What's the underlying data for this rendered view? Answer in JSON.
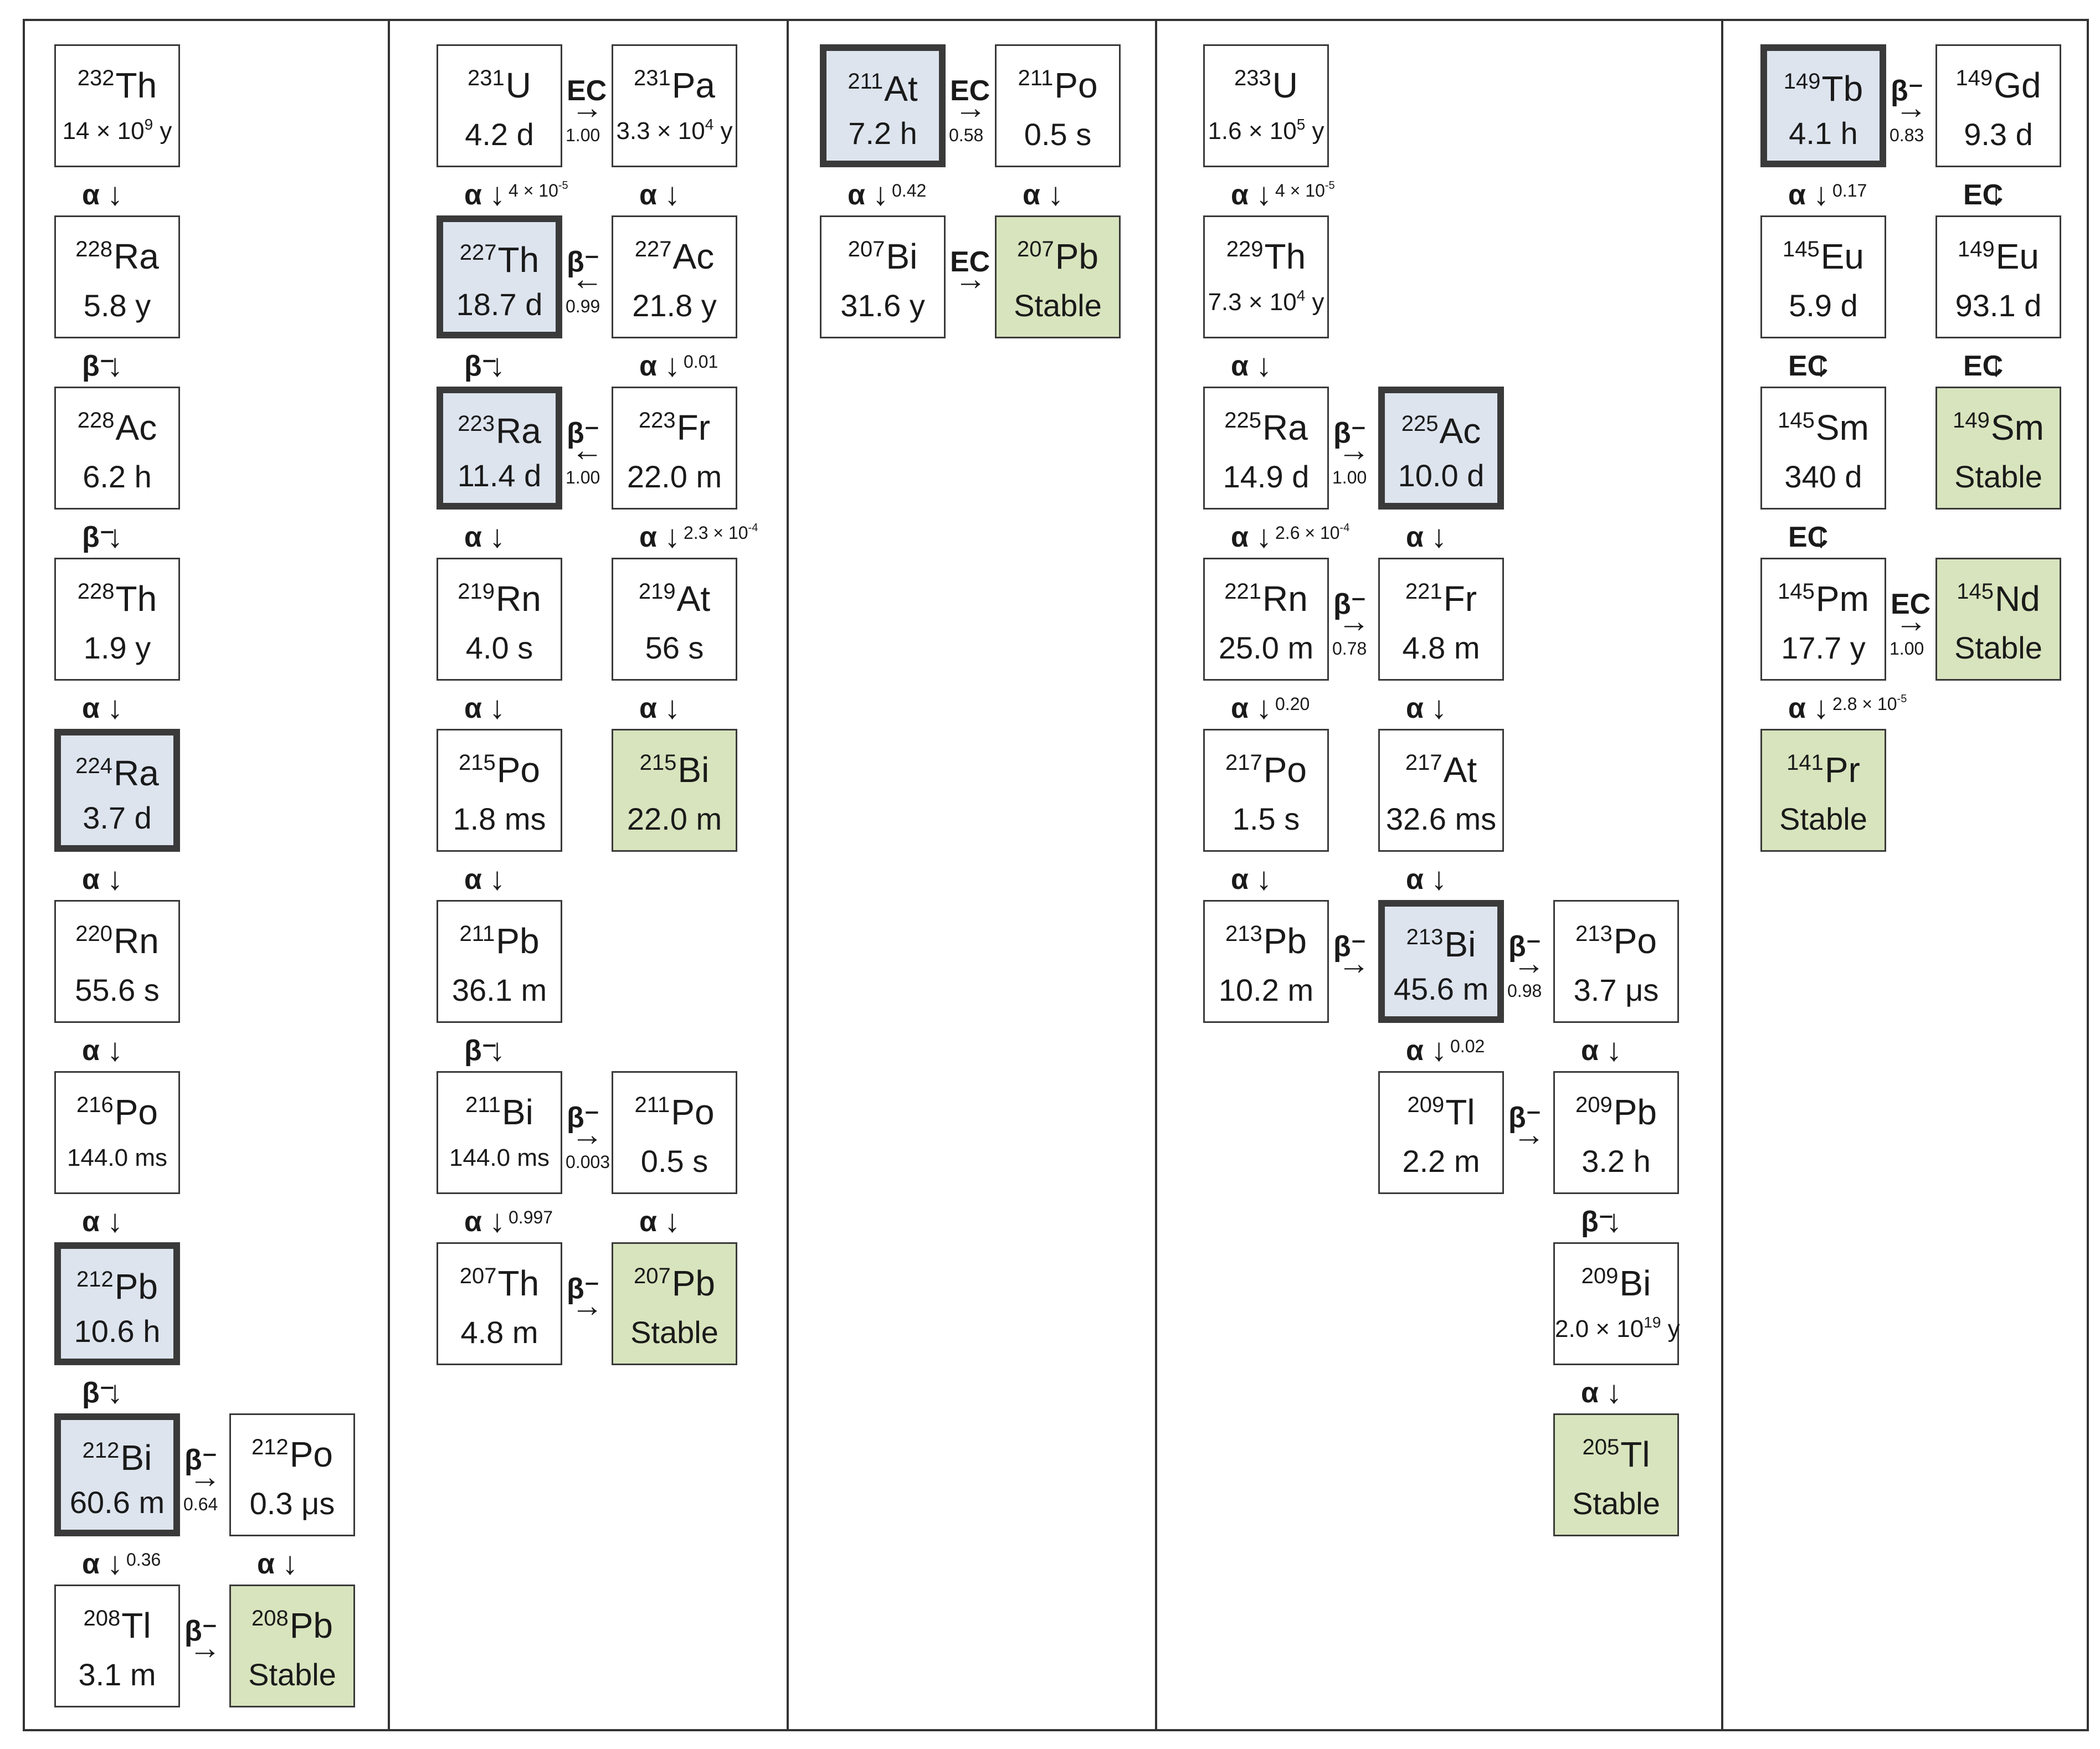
{
  "chains": [
    {
      "nuclides": [
        {
          "id": "th232",
          "mass": "232",
          "element": "Th",
          "half_life": "14 × 10",
          "half_life_exp": "9",
          "half_life_unit": " y",
          "role": "normal",
          "col": 0,
          "row": 0
        },
        {
          "id": "ra228",
          "mass": "228",
          "element": "Ra",
          "half_life": "5.8 y",
          "role": "normal",
          "col": 0,
          "row": 1
        },
        {
          "id": "ac228",
          "mass": "228",
          "element": "Ac",
          "half_life": "6.2 h",
          "role": "normal",
          "col": 0,
          "row": 2
        },
        {
          "id": "th228",
          "mass": "228",
          "element": "Th",
          "half_life": "1.9 y",
          "role": "normal",
          "col": 0,
          "row": 3
        },
        {
          "id": "ra224",
          "mass": "224",
          "element": "Ra",
          "half_life": "3.7 d",
          "role": "target",
          "col": 0,
          "row": 4
        },
        {
          "id": "rn220",
          "mass": "220",
          "element": "Rn",
          "half_life": "55.6 s",
          "role": "normal",
          "col": 0,
          "row": 5
        },
        {
          "id": "po216",
          "mass": "216",
          "element": "Po",
          "half_life": "144.0 ms",
          "role": "normal",
          "col": 0,
          "row": 6
        },
        {
          "id": "pb212",
          "mass": "212",
          "element": "Pb",
          "half_life": "10.6 h",
          "role": "target",
          "col": 0,
          "row": 7
        },
        {
          "id": "bi212",
          "mass": "212",
          "element": "Bi",
          "half_life": "60.6 m",
          "role": "target",
          "col": 0,
          "row": 8
        },
        {
          "id": "po212",
          "mass": "212",
          "element": "Po",
          "half_life": "0.3 μs",
          "role": "normal",
          "col": 1,
          "row": 8
        },
        {
          "id": "tl208",
          "mass": "208",
          "element": "Tl",
          "half_life": "3.1 m",
          "role": "normal",
          "col": 0,
          "row": 9
        },
        {
          "id": "pb208",
          "mass": "208",
          "element": "Pb",
          "half_life": "Stable",
          "role": "stable",
          "col": 1,
          "row": 9
        }
      ],
      "decays": [
        {
          "from": "th232",
          "to": "ra228",
          "mode": "α"
        },
        {
          "from": "ra228",
          "to": "ac228",
          "mode": "β⁻"
        },
        {
          "from": "ac228",
          "to": "th228",
          "mode": "β⁻"
        },
        {
          "from": "th228",
          "to": "ra224",
          "mode": "α"
        },
        {
          "from": "ra224",
          "to": "rn220",
          "mode": "α"
        },
        {
          "from": "rn220",
          "to": "po216",
          "mode": "α"
        },
        {
          "from": "po216",
          "to": "pb212",
          "mode": "α"
        },
        {
          "from": "pb212",
          "to": "bi212",
          "mode": "β⁻"
        },
        {
          "from": "bi212",
          "to": "po212",
          "mode": "β⁻",
          "branch": "0.64"
        },
        {
          "from": "bi212",
          "to": "tl208",
          "mode": "α",
          "branch": "0.36"
        },
        {
          "from": "po212",
          "to": "pb208",
          "mode": "α"
        },
        {
          "from": "tl208",
          "to": "pb208",
          "mode": "β⁻"
        }
      ]
    },
    {
      "nuclides": [
        {
          "id": "u231",
          "mass": "231",
          "element": "U",
          "half_life": "4.2 d",
          "role": "normal",
          "col": 0,
          "row": 0
        },
        {
          "id": "pa231",
          "mass": "231",
          "element": "Pa",
          "half_life": "3.3 × 10",
          "half_life_exp": "4",
          "half_life_unit": " y",
          "role": "normal",
          "col": 1,
          "row": 0
        },
        {
          "id": "th227",
          "mass": "227",
          "element": "Th",
          "half_life": "18.7 d",
          "role": "target",
          "col": 0,
          "row": 1
        },
        {
          "id": "ac227",
          "mass": "227",
          "element": "Ac",
          "half_life": "21.8 y",
          "role": "normal",
          "col": 1,
          "row": 1
        },
        {
          "id": "ra223",
          "mass": "223",
          "element": "Ra",
          "half_life": "11.4 d",
          "role": "target",
          "col": 0,
          "row": 2
        },
        {
          "id": "fr223",
          "mass": "223",
          "element": "Fr",
          "half_life": "22.0 m",
          "role": "normal",
          "col": 1,
          "row": 2
        },
        {
          "id": "rn219",
          "mass": "219",
          "element": "Rn",
          "half_life": "4.0 s",
          "role": "normal",
          "col": 0,
          "row": 3
        },
        {
          "id": "at219",
          "mass": "219",
          "element": "At",
          "half_life": "56 s",
          "role": "normal",
          "col": 1,
          "row": 3
        },
        {
          "id": "po215",
          "mass": "215",
          "element": "Po",
          "half_life": "1.8 ms",
          "role": "normal",
          "col": 0,
          "row": 4
        },
        {
          "id": "bi215",
          "mass": "215",
          "element": "Bi",
          "half_life": "22.0 m",
          "role": "stable",
          "col": 1,
          "row": 4
        },
        {
          "id": "pb211",
          "mass": "211",
          "element": "Pb",
          "half_life": "36.1 m",
          "role": "normal",
          "col": 0,
          "row": 5
        },
        {
          "id": "bi211",
          "mass": "211",
          "element": "Bi",
          "half_life": "144.0 ms",
          "role": "normal",
          "col": 0,
          "row": 6
        },
        {
          "id": "po211a",
          "mass": "211",
          "element": "Po",
          "half_life": "0.5 s",
          "role": "normal",
          "col": 1,
          "row": 6
        },
        {
          "id": "th207",
          "mass": "207",
          "element": "Th",
          "half_life": "4.8 m",
          "role": "normal",
          "col": 0,
          "row": 7
        },
        {
          "id": "pb207a",
          "mass": "207",
          "element": "Pb",
          "half_life": "Stable",
          "role": "stable",
          "col": 1,
          "row": 7
        }
      ],
      "decays": [
        {
          "from": "u231",
          "to": "pa231",
          "mode": "EC",
          "branch": "1.00"
        },
        {
          "from": "u231",
          "to": "th227",
          "mode": "α",
          "branch": "4 × 10",
          "branch_exp": "-5"
        },
        {
          "from": "pa231",
          "to": "ac227",
          "mode": "α"
        },
        {
          "from": "ac227",
          "to": "th227",
          "mode": "β⁻",
          "branch": "0.99"
        },
        {
          "from": "ac227",
          "to": "fr223",
          "mode": "α",
          "branch": "0.01"
        },
        {
          "from": "th227",
          "to": "ra223",
          "mode": "β⁻"
        },
        {
          "from": "fr223",
          "to": "ra223",
          "mode": "β⁻",
          "branch": "1.00"
        },
        {
          "from": "ra223",
          "to": "rn219",
          "mode": "α"
        },
        {
          "from": "fr223",
          "to": "at219",
          "mode": "α",
          "branch": "2.3 × 10",
          "branch_exp": "-4"
        },
        {
          "from": "rn219",
          "to": "po215",
          "mode": "α"
        },
        {
          "from": "at219",
          "to": "bi215",
          "mode": "α"
        },
        {
          "from": "po215",
          "to": "pb211",
          "mode": "α"
        },
        {
          "from": "pb211",
          "to": "bi211",
          "mode": "β⁻"
        },
        {
          "from": "bi211",
          "to": "po211a",
          "mode": "β⁻",
          "branch": "0.003"
        },
        {
          "from": "bi211",
          "to": "th207",
          "mode": "α",
          "branch": "0.997"
        },
        {
          "from": "po211a",
          "to": "pb207a",
          "mode": "α"
        },
        {
          "from": "th207",
          "to": "pb207a",
          "mode": "β⁻"
        }
      ]
    },
    {
      "nuclides": [
        {
          "id": "at211",
          "mass": "211",
          "element": "At",
          "half_life": "7.2 h",
          "role": "target",
          "col": 0,
          "row": 0
        },
        {
          "id": "po211b",
          "mass": "211",
          "element": "Po",
          "half_life": "0.5 s",
          "role": "normal",
          "col": 1,
          "row": 0
        },
        {
          "id": "bi207",
          "mass": "207",
          "element": "Bi",
          "half_life": "31.6 y",
          "role": "normal",
          "col": 0,
          "row": 1
        },
        {
          "id": "pb207b",
          "mass": "207",
          "element": "Pb",
          "half_life": "Stable",
          "role": "stable",
          "col": 1,
          "row": 1
        }
      ],
      "decays": [
        {
          "from": "at211",
          "to": "po211b",
          "mode": "EC",
          "branch": "0.58"
        },
        {
          "from": "at211",
          "to": "bi207",
          "mode": "α",
          "branch": "0.42"
        },
        {
          "from": "po211b",
          "to": "pb207b",
          "mode": "α"
        },
        {
          "from": "bi207",
          "to": "pb207b",
          "mode": "EC"
        }
      ]
    },
    {
      "nuclides": [
        {
          "id": "u233",
          "mass": "233",
          "element": "U",
          "half_life": "1.6 × 10",
          "half_life_exp": "5",
          "half_life_unit": " y",
          "role": "normal",
          "col": 0,
          "row": 0
        },
        {
          "id": "th229",
          "mass": "229",
          "element": "Th",
          "half_life": "7.3 × 10",
          "half_life_exp": "4",
          "half_life_unit": " y",
          "role": "normal",
          "col": 0,
          "row": 1
        },
        {
          "id": "ra225",
          "mass": "225",
          "element": "Ra",
          "half_life": "14.9 d",
          "role": "normal",
          "col": 0,
          "row": 2
        },
        {
          "id": "ac225",
          "mass": "225",
          "element": "Ac",
          "half_life": "10.0 d",
          "role": "target",
          "col": 1,
          "row": 2
        },
        {
          "id": "rn221",
          "mass": "221",
          "element": "Rn",
          "half_life": "25.0 m",
          "role": "normal",
          "col": 0,
          "row": 3
        },
        {
          "id": "fr221",
          "mass": "221",
          "element": "Fr",
          "half_life": "4.8 m",
          "role": "normal",
          "col": 1,
          "row": 3
        },
        {
          "id": "po217",
          "mass": "217",
          "element": "Po",
          "half_life": "1.5 s",
          "role": "normal",
          "col": 0,
          "row": 4
        },
        {
          "id": "at217",
          "mass": "217",
          "element": "At",
          "half_life": "32.6 ms",
          "role": "normal",
          "col": 1,
          "row": 4
        },
        {
          "id": "pb213",
          "mass": "213",
          "element": "Pb",
          "half_life": "10.2 m",
          "role": "normal",
          "col": 0,
          "row": 5
        },
        {
          "id": "bi213",
          "mass": "213",
          "element": "Bi",
          "half_life": "45.6 m",
          "role": "target",
          "col": 1,
          "row": 5
        },
        {
          "id": "po213",
          "mass": "213",
          "element": "Po",
          "half_life": "3.7 μs",
          "role": "normal",
          "col": 2,
          "row": 5
        },
        {
          "id": "tl209",
          "mass": "209",
          "element": "Tl",
          "half_life": "2.2 m",
          "role": "normal",
          "col": 1,
          "row": 6
        },
        {
          "id": "pb209",
          "mass": "209",
          "element": "Pb",
          "half_life": "3.2 h",
          "role": "normal",
          "col": 2,
          "row": 6
        },
        {
          "id": "bi209",
          "mass": "209",
          "element": "Bi",
          "half_life": "2.0 × 10",
          "half_life_exp": "19",
          "half_life_unit": " y",
          "role": "normal",
          "col": 2,
          "row": 7
        },
        {
          "id": "tl205",
          "mass": "205",
          "element": "Tl",
          "half_life": "Stable",
          "role": "stable",
          "col": 2,
          "row": 8
        }
      ],
      "decays": [
        {
          "from": "u233",
          "to": "th229",
          "mode": "α",
          "branch": "4 × 10",
          "branch_exp": "-5"
        },
        {
          "from": "th229",
          "to": "ra225",
          "mode": "α"
        },
        {
          "from": "ra225",
          "to": "ac225",
          "mode": "β⁻",
          "branch": "1.00"
        },
        {
          "from": "ra225",
          "to": "rn221",
          "mode": "α",
          "branch": "2.6 × 10",
          "branch_exp": "-4"
        },
        {
          "from": "ac225",
          "to": "fr221",
          "mode": "α"
        },
        {
          "from": "rn221",
          "to": "fr221",
          "mode": "β⁻",
          "branch": "0.78"
        },
        {
          "from": "rn221",
          "to": "po217",
          "mode": "α",
          "branch": "0.20"
        },
        {
          "from": "fr221",
          "to": "at217",
          "mode": "α"
        },
        {
          "from": "po217",
          "to": "pb213",
          "mode": "α"
        },
        {
          "from": "at217",
          "to": "bi213",
          "mode": "α"
        },
        {
          "from": "pb213",
          "to": "bi213",
          "mode": "β⁻"
        },
        {
          "from": "bi213",
          "to": "po213",
          "mode": "β⁻",
          "branch": "0.98"
        },
        {
          "from": "bi213",
          "to": "tl209",
          "mode": "α",
          "branch": "0.02"
        },
        {
          "from": "po213",
          "to": "pb209",
          "mode": "α"
        },
        {
          "from": "tl209",
          "to": "pb209",
          "mode": "β⁻"
        },
        {
          "from": "pb209",
          "to": "bi209",
          "mode": "β⁻"
        },
        {
          "from": "bi209",
          "to": "tl205",
          "mode": "α"
        }
      ]
    },
    {
      "nuclides": [
        {
          "id": "tb149",
          "mass": "149",
          "element": "Tb",
          "half_life": "4.1 h",
          "role": "target",
          "col": 0,
          "row": 0
        },
        {
          "id": "gd149",
          "mass": "149",
          "element": "Gd",
          "half_life": "9.3 d",
          "role": "normal",
          "col": 1,
          "row": 0
        },
        {
          "id": "eu145",
          "mass": "145",
          "element": "Eu",
          "half_life": "5.9 d",
          "role": "normal",
          "col": 0,
          "row": 1
        },
        {
          "id": "eu149",
          "mass": "149",
          "element": "Eu",
          "half_life": "93.1 d",
          "role": "normal",
          "col": 1,
          "row": 1
        },
        {
          "id": "sm145",
          "mass": "145",
          "element": "Sm",
          "half_life": "340 d",
          "role": "normal",
          "col": 0,
          "row": 2
        },
        {
          "id": "sm149",
          "mass": "149",
          "element": "Sm",
          "half_life": "Stable",
          "role": "stable",
          "col": 1,
          "row": 2
        },
        {
          "id": "pm145",
          "mass": "145",
          "element": "Pm",
          "half_life": "17.7 y",
          "role": "normal",
          "col": 0,
          "row": 3
        },
        {
          "id": "nd145",
          "mass": "145",
          "element": "Nd",
          "half_life": "Stable",
          "role": "stable",
          "col": 1,
          "row": 3
        },
        {
          "id": "pr141",
          "mass": "141",
          "element": "Pr",
          "half_life": "Stable",
          "role": "stable",
          "col": 0,
          "row": 4
        }
      ],
      "decays": [
        {
          "from": "tb149",
          "to": "gd149",
          "mode": "β⁻",
          "branch": "0.83"
        },
        {
          "from": "tb149",
          "to": "eu145",
          "mode": "α",
          "branch": "0.17"
        },
        {
          "from": "gd149",
          "to": "eu149",
          "mode": "EC"
        },
        {
          "from": "eu145",
          "to": "sm145",
          "mode": "EC"
        },
        {
          "from": "eu149",
          "to": "sm149",
          "mode": "EC"
        },
        {
          "from": "sm145",
          "to": "pm145",
          "mode": "EC"
        },
        {
          "from": "pm145",
          "to": "nd145",
          "mode": "EC",
          "branch": "1.00"
        },
        {
          "from": "pm145",
          "to": "pr141",
          "mode": "α",
          "branch": "2.8 × 10",
          "branch_exp": "-5"
        }
      ]
    }
  ]
}
